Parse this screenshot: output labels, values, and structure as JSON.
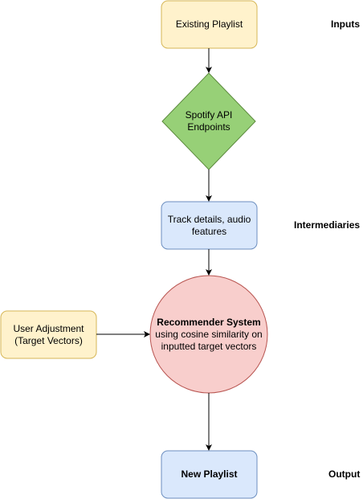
{
  "colors": {
    "input_fill": "#fff2cc",
    "input_stroke": "#d6b656",
    "api_fill": "#97d077",
    "api_stroke": "#5b8a3c",
    "intermediate_fill": "#dae8fc",
    "intermediate_stroke": "#6c8ebf",
    "recommender_fill": "#f8cecc",
    "recommender_stroke": "#b85450",
    "arrow": "#000000"
  },
  "nodes": {
    "existing_playlist": {
      "label": "Existing Playlist"
    },
    "spotify_api": {
      "line1": "Spotify API",
      "line2": "Endpoints"
    },
    "track_details": {
      "line1": "Track details, audio",
      "line2": "features"
    },
    "user_adjustment": {
      "line1": "User Adjustment",
      "line2": "(Target Vectors)"
    },
    "recommender": {
      "title": "Recommender System",
      "line1": "using cosine similarity on",
      "line2": "inputted target vectors"
    },
    "new_playlist": {
      "label": "New Playlist"
    }
  },
  "stages": {
    "inputs": "Inputs",
    "intermediaries": "Intermediaries",
    "output": "Output"
  }
}
